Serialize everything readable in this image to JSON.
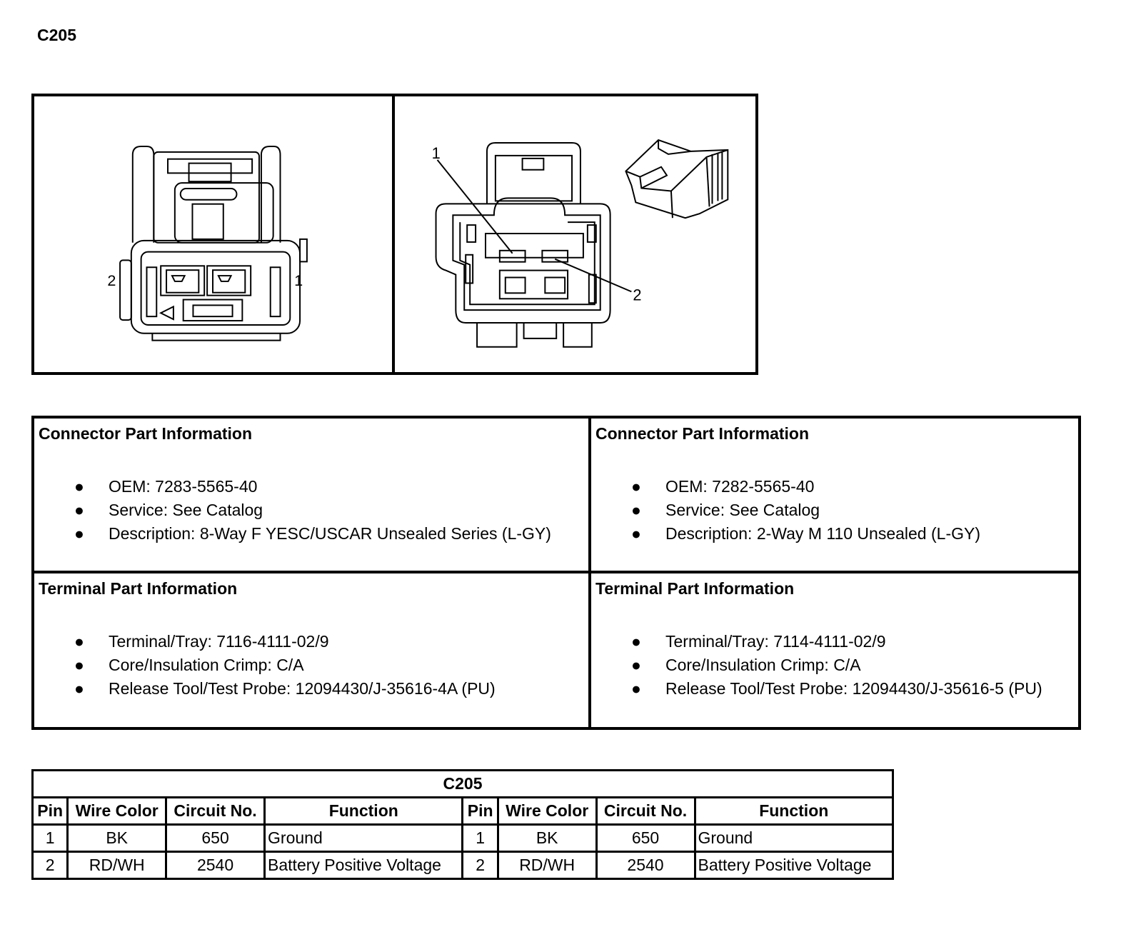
{
  "page": {
    "title": "C205"
  },
  "figures": {
    "left": {
      "pin_labels": [
        "2",
        "1"
      ]
    },
    "right": {
      "pin_labels": [
        "1",
        "2"
      ]
    }
  },
  "info": {
    "connector_left": {
      "heading": "Connector Part Information",
      "items": [
        "OEM: 7283-5565-40",
        "Service: See Catalog",
        "Description: 8-Way F YESC/USCAR Unsealed Series (L-GY)"
      ]
    },
    "connector_right": {
      "heading": "Connector Part Information",
      "items": [
        "OEM: 7282-5565-40",
        "Service: See Catalog",
        "Description: 2-Way M 110 Unsealed (L-GY)"
      ]
    },
    "terminal_left": {
      "heading": "Terminal Part Information",
      "items": [
        "Terminal/Tray: 7116-4111-02/9",
        "Core/Insulation Crimp: C/A",
        "Release Tool/Test Probe: 12094430/J-35616-4A (PU)"
      ]
    },
    "terminal_right": {
      "heading": "Terminal Part Information",
      "items": [
        "Terminal/Tray: 7114-4111-02/9",
        "Core/Insulation Crimp: C/A",
        "Release Tool/Test Probe: 12094430/J-35616-5 (PU)"
      ]
    },
    "bullet": "●"
  },
  "table": {
    "caption": "C205",
    "headers": [
      "Pin",
      "Wire Color",
      "Circuit No.",
      "Function",
      "Pin",
      "Wire Color",
      "Circuit No.",
      "Function"
    ],
    "rows": [
      [
        "1",
        "BK",
        "650",
        "Ground",
        "1",
        "BK",
        "650",
        "Ground"
      ],
      [
        "2",
        "RD/WH",
        "2540",
        "Battery Positive Voltage",
        "2",
        "RD/WH",
        "2540",
        "Battery Positive Voltage"
      ]
    ]
  }
}
